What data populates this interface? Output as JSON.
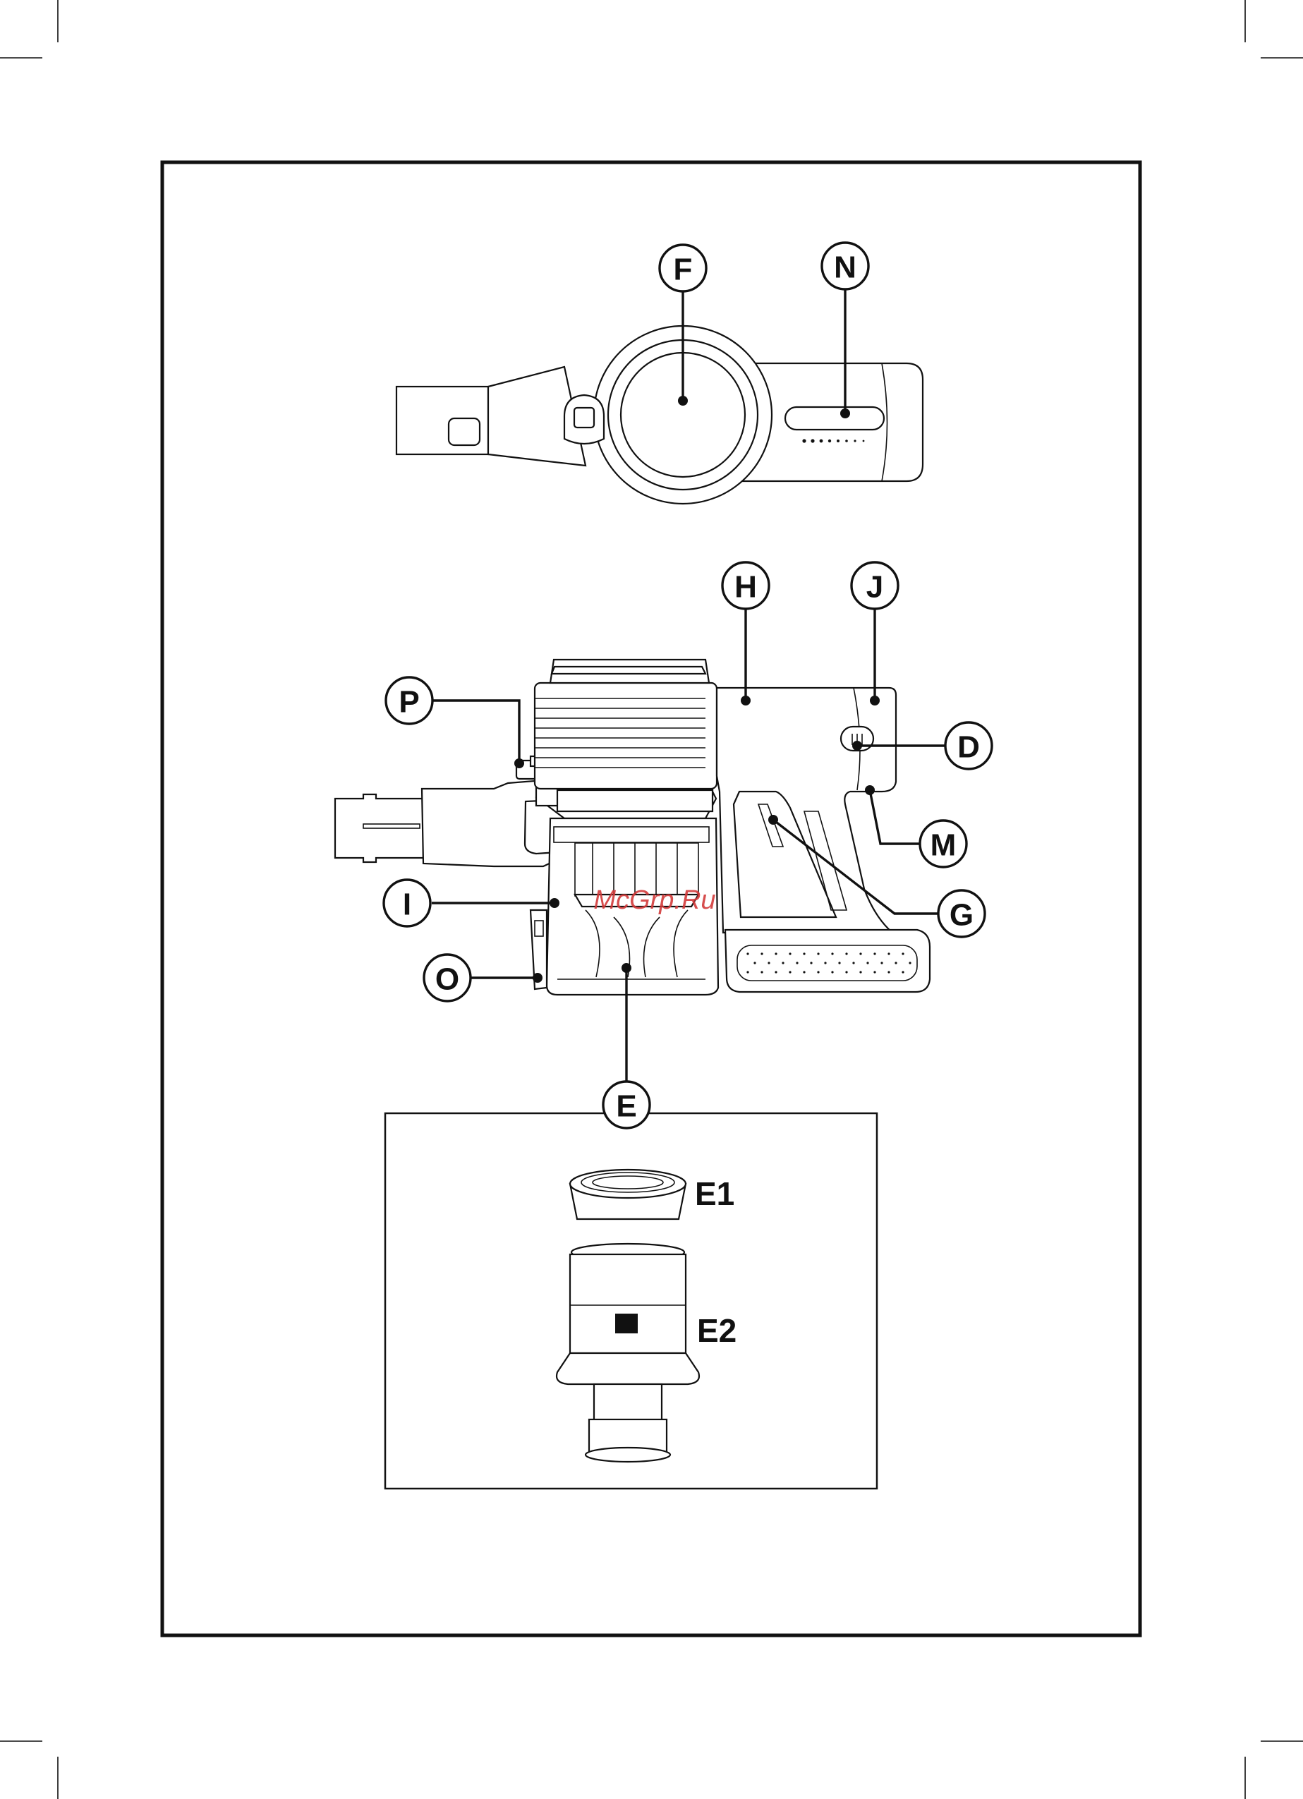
{
  "callouts": {
    "F": "F",
    "N": "N",
    "H": "H",
    "J": "J",
    "P": "P",
    "D": "D",
    "M": "M",
    "I": "I",
    "G": "G",
    "O": "O",
    "E": "E"
  },
  "inset_labels": {
    "E1": "E1",
    "E2": "E2"
  },
  "watermark": "McGrp.Ru"
}
